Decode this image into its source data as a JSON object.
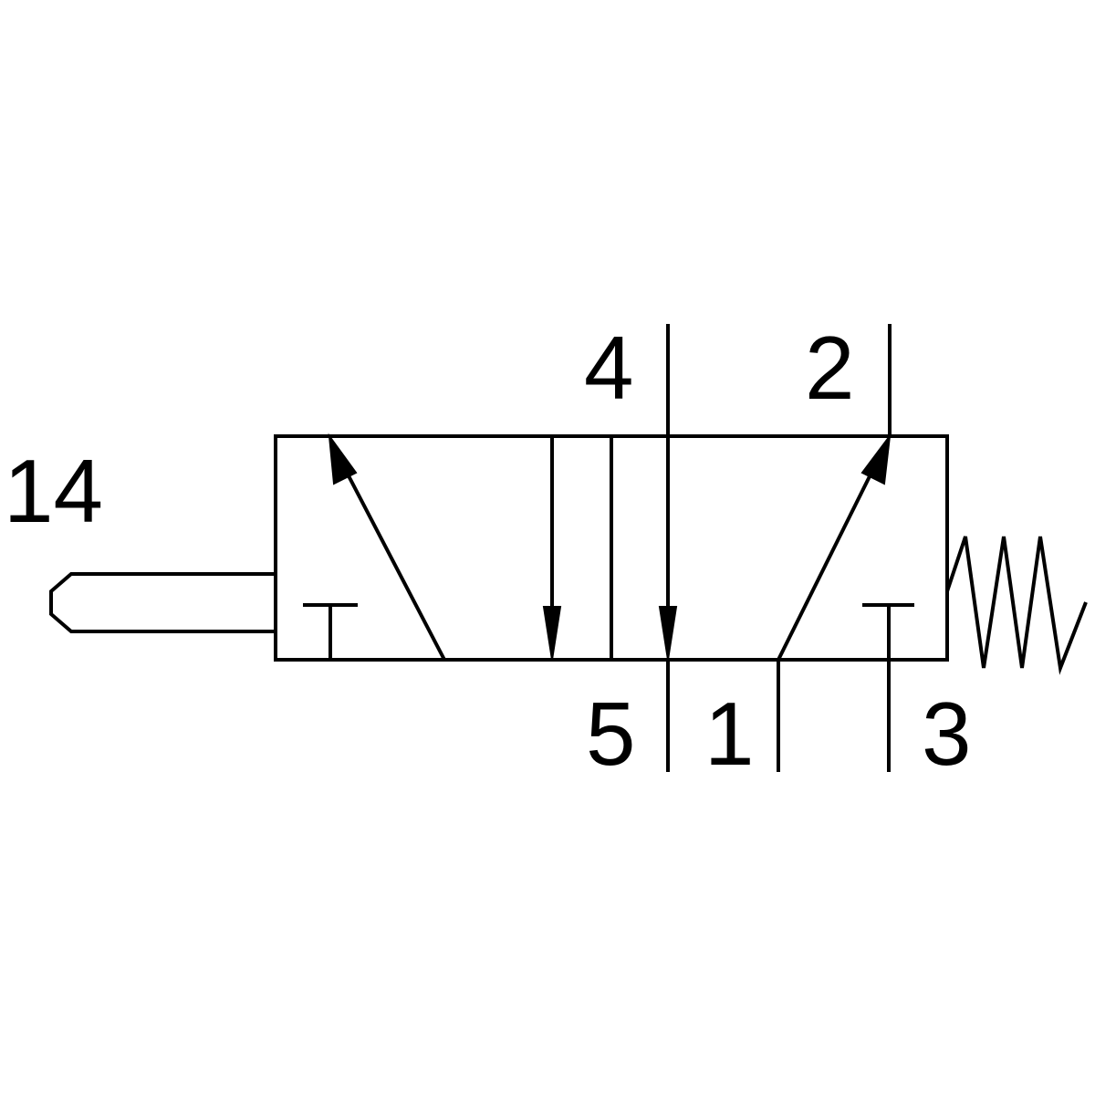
{
  "colors": {
    "line": "#000000",
    "background": "#ffffff"
  },
  "ports": {
    "pilot": "14",
    "port_4": "4",
    "port_2": "2",
    "port_5": "5",
    "port_1": "1",
    "port_3": "3"
  }
}
